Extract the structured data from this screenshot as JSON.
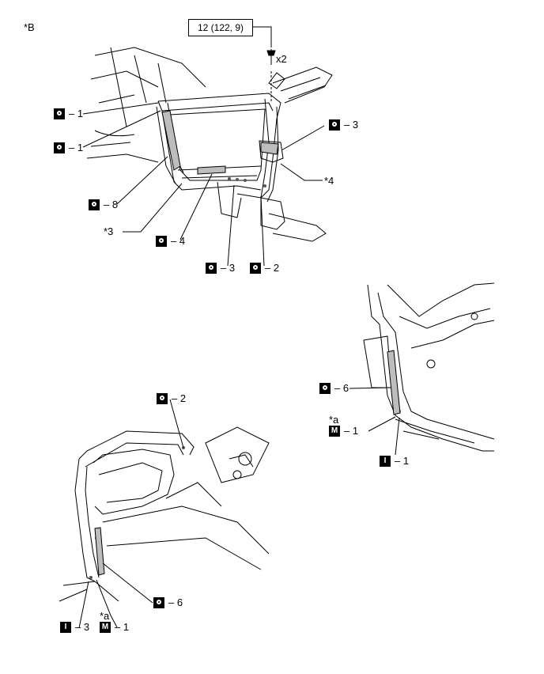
{
  "figure_label": "*B",
  "torque_spec": "12 (122, 9)",
  "bolt_qty": "x2",
  "callouts": {
    "top": {
      "o1_upper": {
        "symbol": "O",
        "num": "1"
      },
      "o1_lower": {
        "symbol": "O",
        "num": "1"
      },
      "o3_right": {
        "symbol": "O",
        "num": "3"
      },
      "ref4": "*4",
      "o8": {
        "symbol": "O",
        "num": "8"
      },
      "ref3": "*3",
      "o4": {
        "symbol": "O",
        "num": "4"
      },
      "o3_bottom": {
        "symbol": "O",
        "num": "3"
      },
      "o2_bottom": {
        "symbol": "O",
        "num": "2"
      }
    },
    "right": {
      "o6": {
        "symbol": "O",
        "num": "6"
      },
      "ref_a": "*a",
      "m1": {
        "symbol": "M",
        "num": "1"
      },
      "i1": {
        "symbol": "I",
        "num": "1"
      }
    },
    "left": {
      "o2": {
        "symbol": "O",
        "num": "2"
      },
      "o6": {
        "symbol": "O",
        "num": "6"
      },
      "ref_a": "*a",
      "i3": {
        "symbol": "I",
        "num": "3"
      },
      "m1": {
        "symbol": "M",
        "num": "1"
      }
    }
  },
  "dash": "–"
}
